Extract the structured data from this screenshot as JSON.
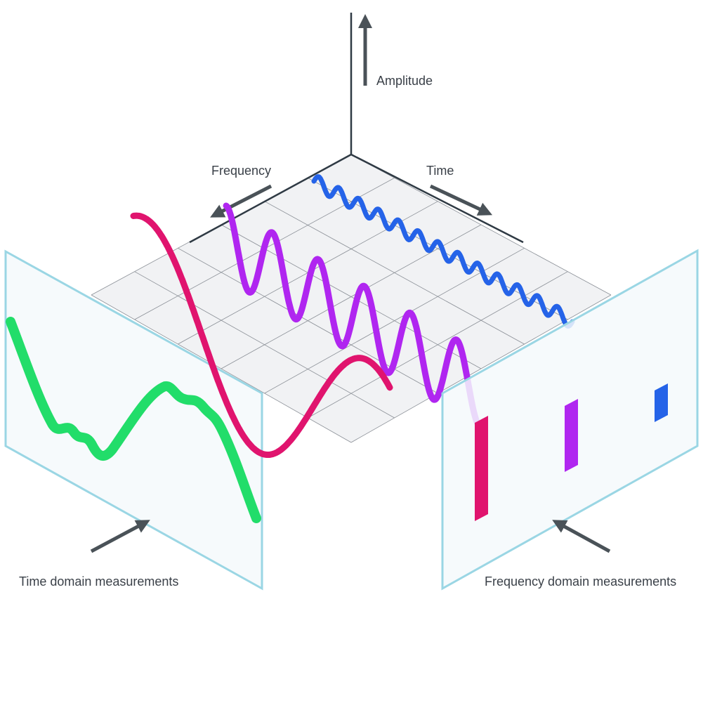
{
  "labels": {
    "amplitude": "Amplitude",
    "frequency": "Frequency",
    "time": "Time",
    "time_domain": "Time domain measurements",
    "frequency_domain": "Frequency domain measurements"
  },
  "colors": {
    "axis": "#2f3a44",
    "arrow": "#4a5258",
    "panel_border": "#9ad6e4",
    "panel_fill": "#f5f9fb",
    "grid_fill": "#f1f2f4",
    "grid_line": "#8a8f96",
    "pink": "#e0146e",
    "purple": "#b026f0",
    "blue": "#2563e8",
    "green": "#22dd6a"
  }
}
